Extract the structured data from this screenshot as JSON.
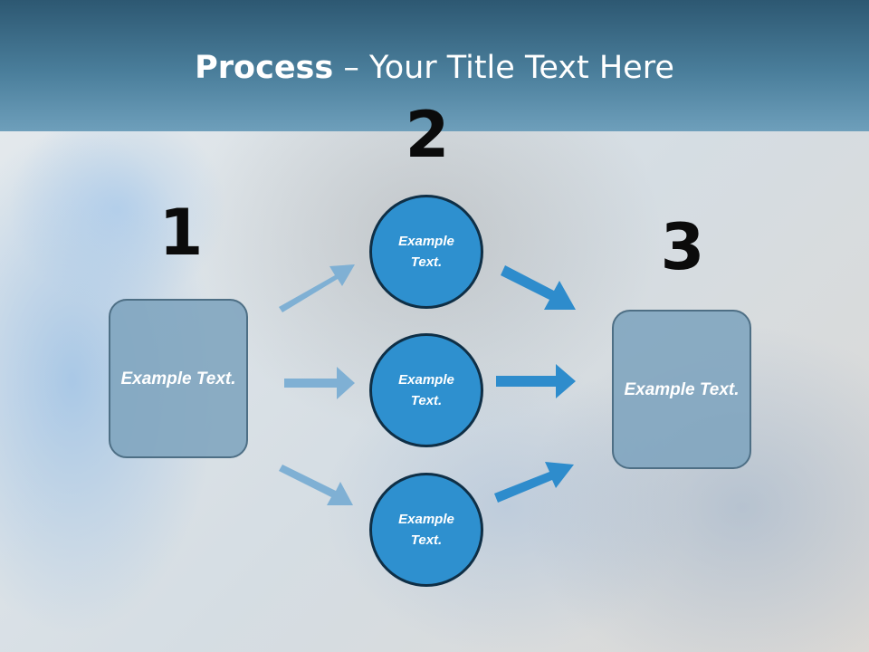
{
  "slide": {
    "title_bold": "Process",
    "title_rest": " – Your Title Text Here"
  },
  "steps": [
    {
      "number": "1",
      "text": "Example Text."
    },
    {
      "number": "2",
      "items": [
        {
          "text": "Example Text."
        },
        {
          "text": "Example Text."
        },
        {
          "text": "Example Text."
        }
      ]
    },
    {
      "number": "3",
      "text": "Example Text."
    }
  ],
  "colors": {
    "header": "#4a7e9b",
    "box_fill": "#7ea4be",
    "circle_fill": "#2e90cf",
    "circle_border": "#0f2f46",
    "arrow_light": "#7fb0d4",
    "arrow_dark": "#2e8ccc"
  }
}
